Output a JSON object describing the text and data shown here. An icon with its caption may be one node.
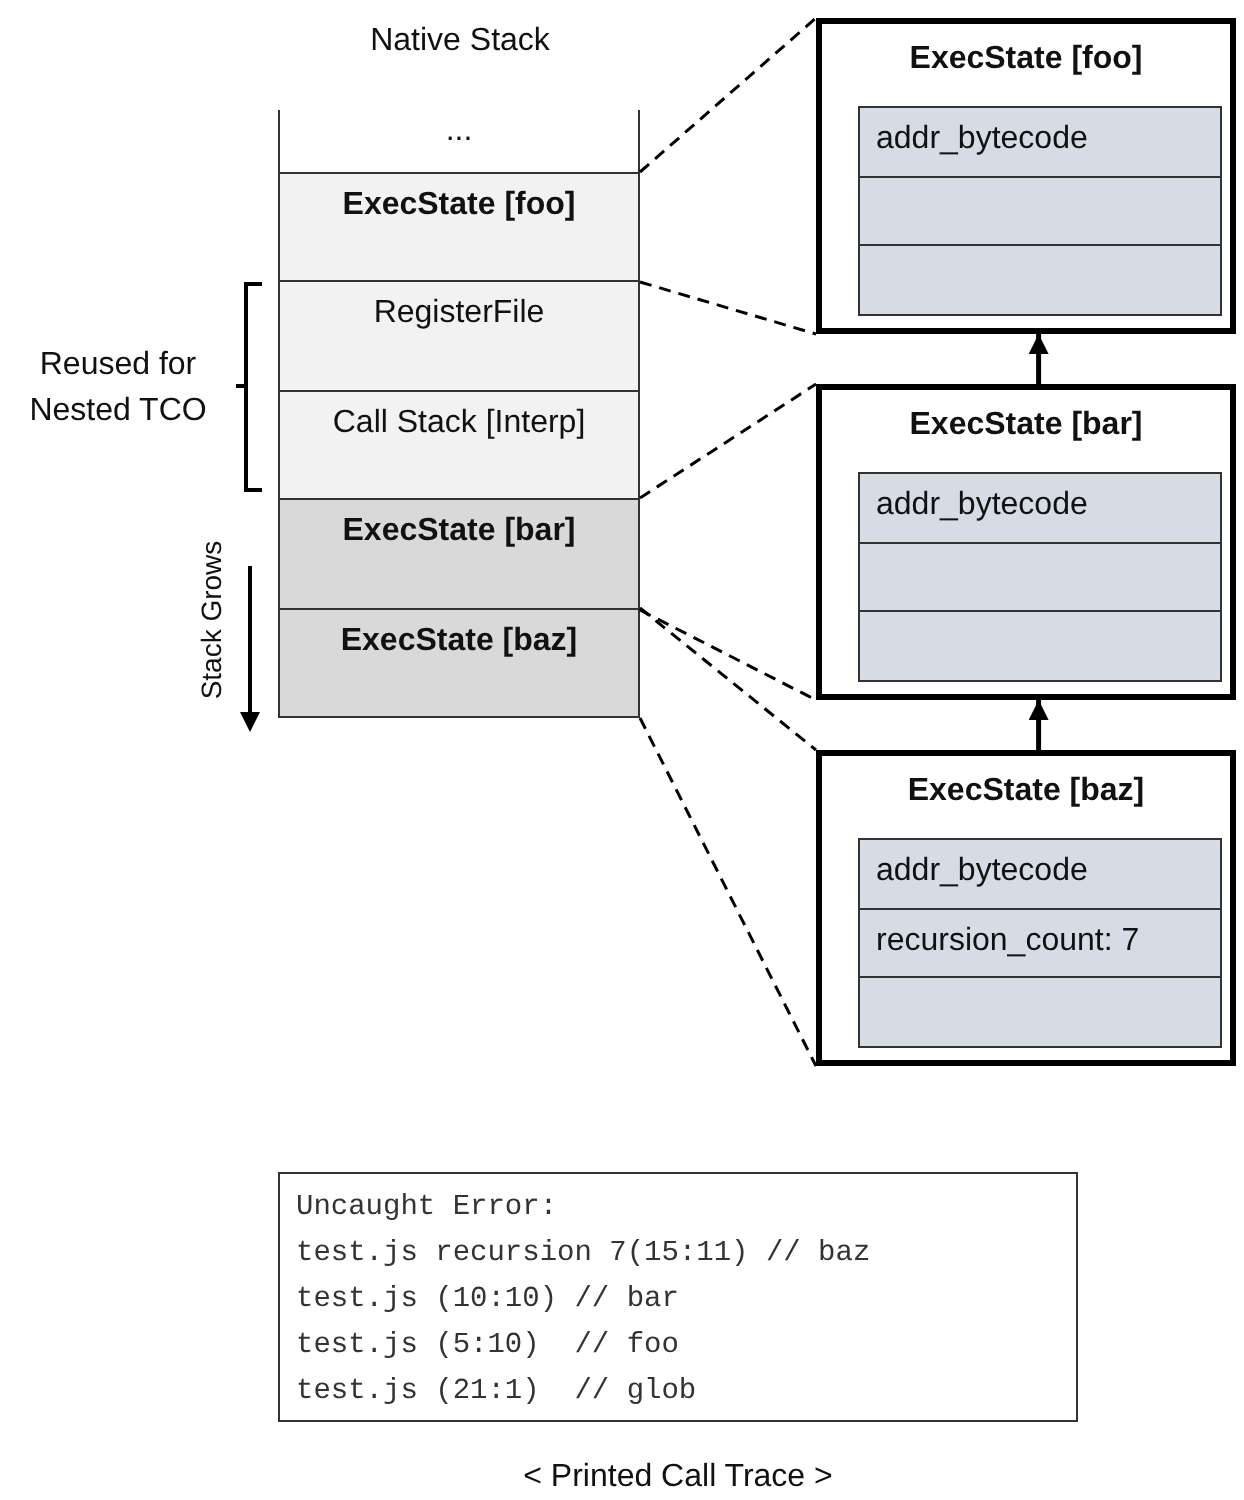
{
  "diagram": {
    "title": "Native Stack",
    "caption": "< Printed Call Trace >",
    "nodes": [
      {
        "text": [
          "..."
        ]
      },
      {
        "text": [
          "ExecState [foo]"
        ]
      },
      {
        "text": [
          "RegisterFile"
        ]
      },
      {
        "text": [
          "Call Stack [Interp]"
        ]
      },
      {
        "text": [
          "ExecState [bar]"
        ]
      },
      {
        "text": [
          "ExecState [baz]"
        ]
      },
      {
        "text": [
          "ExecState [foo]"
        ]
      },
      {
        "text": [
          "addr_bytecode"
        ],
        "in": 6
      },
      {
        "text": [],
        "shape": "box",
        "in": 6
      },
      {
        "text": [],
        "shape": "box",
        "in": 6
      },
      {
        "text": [
          "ExecState [bar]"
        ]
      },
      {
        "text": [
          "addr_bytecode"
        ],
        "in": 10
      },
      {
        "text": [],
        "shape": "box",
        "in": 10
      },
      {
        "text": [],
        "shape": "box",
        "in": 10
      },
      {
        "text": [
          "ExecState [baz]"
        ]
      },
      {
        "text": [
          "addr_bytecode"
        ],
        "in": 14
      },
      {
        "text": [
          "recursion_count: 7"
        ],
        "in": 14
      },
      {
        "text": [],
        "shape": "box",
        "in": 14
      },
      {
        "text": [
          "Uncaught Error:",
          "test.js recursion 7(15:11) // baz",
          "test.js (10:10) // bar",
          "test.js (5:10)  // foo",
          "test.js (21:1)  // glob"
        ]
      }
    ],
    "edges": [
      {
        "from": 1,
        "to": 6,
        "arrow": "none",
        "style": "dashed"
      },
      {
        "from": 1,
        "to": 6,
        "arrow": "none",
        "style": "dashed"
      },
      {
        "from": 4,
        "to": 10,
        "arrow": "none",
        "style": "dashed"
      },
      {
        "from": 4,
        "to": 10,
        "arrow": "none",
        "style": "dashed"
      },
      {
        "from": 5,
        "to": 14,
        "arrow": "none",
        "style": "dashed"
      },
      {
        "from": 5,
        "to": 14,
        "arrow": "none",
        "style": "dashed"
      },
      {
        "from": 14,
        "to": 10,
        "arrow": "to"
      },
      {
        "from": 10,
        "to": 6,
        "arrow": "to"
      }
    ],
    "labels": [
      "Reused for Nested TCO",
      "Stack Grows"
    ]
  }
}
